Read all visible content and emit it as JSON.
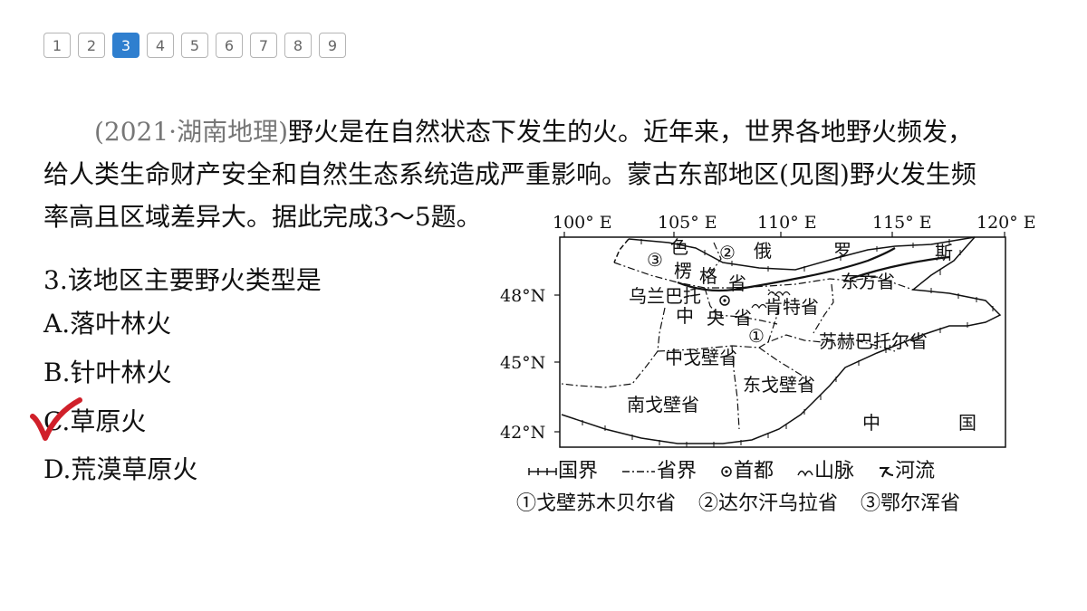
{
  "pagination": {
    "pages": [
      "1",
      "2",
      "3",
      "4",
      "5",
      "6",
      "7",
      "8",
      "9"
    ],
    "current": "3"
  },
  "paragraph": {
    "source": "(2021·湖南地理)",
    "line1": "野火是在自然状态下发生的火。近年来，世界各地野火频发，",
    "line2": "给人类生命财产安全和自然生态系统造成严重影响。蒙古东部地区(见图)野火发生频",
    "line3": "率高且区域差异大。据此完成3～5题。"
  },
  "question": "3.该地区主要野火类型是",
  "options": [
    {
      "id": "A",
      "text": "A.落叶林火"
    },
    {
      "id": "B",
      "text": "B.针叶林火"
    },
    {
      "id": "C",
      "text": "C.草原火"
    },
    {
      "id": "D",
      "text": "D.荒漠草原火"
    }
  ],
  "answer": "C",
  "map": {
    "longitudes": [
      "100° E",
      "105° E",
      "110° E",
      "115° E",
      "120° E"
    ],
    "latitudes": [
      "48°N",
      "45°N",
      "42°N"
    ],
    "labels": {
      "russia_1": "俄",
      "russia_2": "罗",
      "russia_3": "斯",
      "selenge_1": "色",
      "selenge_2": "楞",
      "selenge_3": "格",
      "selenge_4": "省",
      "marker_3": "③",
      "marker_2": "②",
      "marker_1": "①",
      "ulaanbaatar": "乌兰巴托",
      "khentii": "肯特省",
      "dornod": "东方省",
      "central_1": "中",
      "central_2": "央",
      "central_3": "省",
      "sukhbaatar": "苏赫巴托尔省",
      "middle_gobi": "中戈壁省",
      "east_gobi": "东戈壁省",
      "south_gobi": "南戈壁省",
      "china_1": "中",
      "china_2": "国"
    }
  },
  "legend": {
    "border": "国界",
    "province": "省界",
    "capital": "首都",
    "mountain": "山脉",
    "river": "河流",
    "note1": "①戈壁苏木贝尔省",
    "note2": "②达尔汗乌拉省",
    "note3": "③鄂尔浑省"
  },
  "colors": {
    "accent": "#2f7fcf",
    "check": "#d0202a"
  }
}
